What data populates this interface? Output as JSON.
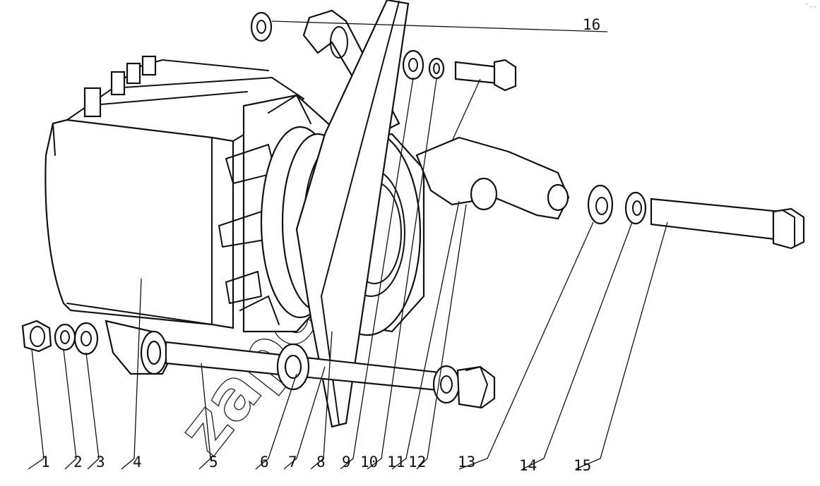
{
  "watermark": "zapcar.ru",
  "corner_mark": "¯--",
  "callouts": [
    "1",
    "2",
    "3",
    "4",
    "5",
    "6",
    "7",
    "8",
    "9",
    "10",
    "11",
    "12",
    "13",
    "14",
    "15",
    "16"
  ]
}
